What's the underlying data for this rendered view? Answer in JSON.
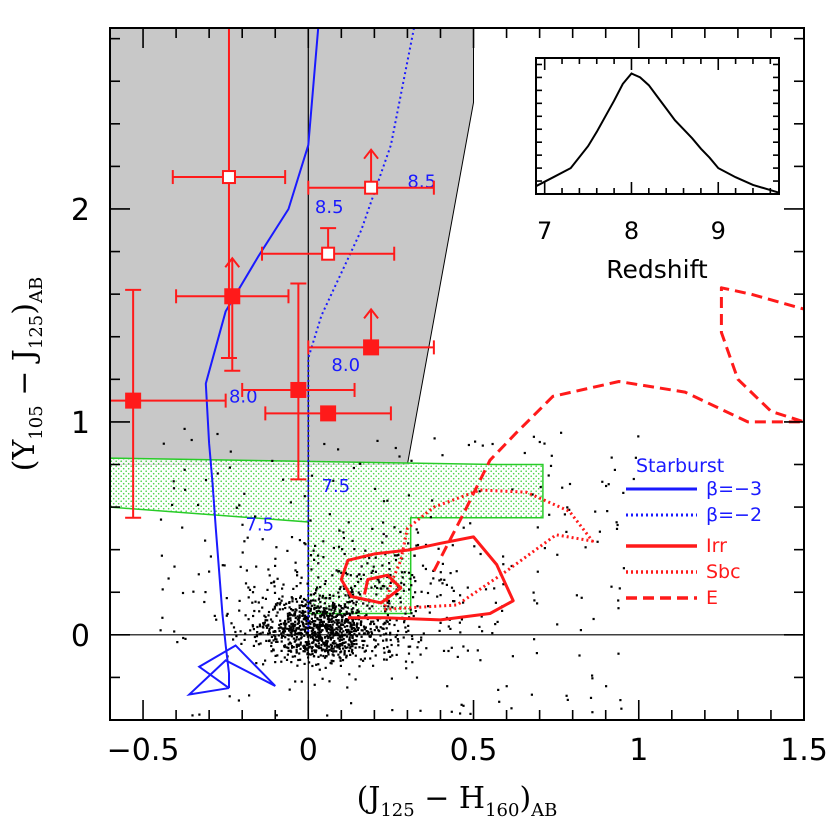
{
  "chart_data": {
    "type": "scatter",
    "xlabel": "(J125 − H160)AB",
    "ylabel": "(Y105 − J125)AB",
    "xlim": [
      -0.6,
      1.5
    ],
    "ylim": [
      -0.4,
      2.85
    ],
    "x_ticks": [
      "−0.5",
      "0",
      "0.5",
      "1",
      "1.5"
    ],
    "x_tick_values": [
      -0.5,
      0,
      0.5,
      1,
      1.5
    ],
    "y_ticks": [
      "0",
      "1",
      "2"
    ],
    "y_tick_values": [
      0,
      1,
      2
    ],
    "reference_lines": {
      "x": 0,
      "y": 0
    },
    "colors": {
      "starburst": "#1a1aff",
      "galaxies": "#ff1a1a",
      "selection_region": "#c8c8c8",
      "green_region": "#28cc28",
      "field_points": "#000000"
    },
    "selection_region": [
      [
        -0.6,
        0.8
      ],
      [
        0.3,
        0.8
      ],
      [
        0.5,
        2.5
      ],
      [
        0.5,
        2.85
      ],
      [
        -0.6,
        2.85
      ]
    ],
    "green_region": [
      [
        -0.6,
        0.83
      ],
      [
        0.57,
        0.8
      ],
      [
        0.71,
        0.8
      ],
      [
        0.71,
        0.55
      ],
      [
        0.31,
        0.55
      ],
      [
        0.31,
        0.1
      ],
      [
        0.0,
        0.1
      ],
      [
        0.0,
        0.53
      ],
      [
        -0.6,
        0.6
      ]
    ],
    "candidates_filled": [
      {
        "x": -0.53,
        "y": 1.1,
        "xerr": 0.28,
        "yerr_lo": 0.55,
        "yerr_hi": 0.52,
        "lower_limit": false
      },
      {
        "x": -0.23,
        "y": 1.59,
        "xerr": 0.17,
        "yerr_lo": 0.35,
        "yerr_hi": 0.0,
        "lower_limit": true
      },
      {
        "x": -0.03,
        "y": 1.15,
        "xerr": 0.17,
        "yerr_lo": 0.42,
        "yerr_hi": 0.5,
        "lower_limit": false
      },
      {
        "x": 0.06,
        "y": 1.04,
        "xerr": 0.19,
        "yerr_lo": 0.0,
        "yerr_hi": 0.0,
        "lower_limit": false
      },
      {
        "x": 0.19,
        "y": 1.35,
        "xerr": 0.19,
        "yerr_lo": 0.0,
        "yerr_hi": 0.0,
        "lower_limit": true
      }
    ],
    "candidates_open": [
      {
        "x": -0.24,
        "y": 2.15,
        "xerr": 0.17,
        "yerr_lo": 0.85,
        "yerr_hi": 0.75,
        "lower_limit": false
      },
      {
        "x": 0.06,
        "y": 1.79,
        "xerr": 0.2,
        "yerr_lo": 0.0,
        "yerr_hi": 0.12,
        "lower_limit": false
      },
      {
        "x": 0.19,
        "y": 2.1,
        "xerr": 0.19,
        "yerr_lo": 0.0,
        "yerr_hi": 0.0,
        "lower_limit": true
      }
    ],
    "tracks": [
      {
        "name": "Starburst β=−3",
        "color": "#1a1aff",
        "style": "solid",
        "points": [
          [
            0.03,
            2.85
          ],
          [
            0.0,
            2.3
          ],
          [
            -0.06,
            2.0
          ],
          [
            -0.15,
            1.78
          ],
          [
            -0.25,
            1.52
          ],
          [
            -0.31,
            1.18
          ],
          [
            -0.3,
            0.9
          ],
          [
            -0.29,
            0.72
          ],
          [
            -0.28,
            0.5
          ],
          [
            -0.27,
            0.3
          ],
          [
            -0.26,
            0.1
          ],
          [
            -0.25,
            -0.05
          ],
          [
            -0.24,
            -0.18
          ],
          [
            -0.24,
            -0.25
          ]
        ]
      },
      {
        "name": "Starburst β=−2",
        "color": "#1a1aff",
        "style": "dotted",
        "points": [
          [
            0.32,
            2.85
          ],
          [
            0.25,
            2.3
          ],
          [
            0.16,
            1.9
          ],
          [
            0.04,
            1.5
          ],
          [
            0.0,
            1.3
          ],
          [
            0.0,
            0.8
          ],
          [
            0.0,
            0.6
          ],
          [
            0.0,
            0.3
          ],
          [
            0.0,
            0.0
          ]
        ]
      },
      {
        "name": "Irr",
        "color": "#ff1a1a",
        "style": "solid",
        "points": [
          [
            0.12,
            0.08
          ],
          [
            0.23,
            0.08
          ],
          [
            0.4,
            0.07
          ],
          [
            0.55,
            0.1
          ],
          [
            0.62,
            0.16
          ],
          [
            0.57,
            0.33
          ],
          [
            0.5,
            0.46
          ],
          [
            0.4,
            0.43
          ],
          [
            0.31,
            0.4
          ],
          [
            0.2,
            0.38
          ],
          [
            0.12,
            0.35
          ],
          [
            0.1,
            0.26
          ],
          [
            0.13,
            0.18
          ],
          [
            0.22,
            0.15
          ],
          [
            0.28,
            0.22
          ],
          [
            0.24,
            0.28
          ],
          [
            0.18,
            0.26
          ],
          [
            0.17,
            0.19
          ]
        ]
      },
      {
        "name": "Sbc",
        "color": "#ff1a1a",
        "style": "dotted",
        "points": [
          [
            0.23,
            0.12
          ],
          [
            0.45,
            0.14
          ],
          [
            0.6,
            0.3
          ],
          [
            0.75,
            0.47
          ],
          [
            0.86,
            0.44
          ],
          [
            0.79,
            0.58
          ],
          [
            0.66,
            0.67
          ],
          [
            0.52,
            0.68
          ],
          [
            0.38,
            0.6
          ],
          [
            0.3,
            0.5
          ],
          [
            0.28,
            0.35
          ],
          [
            0.25,
            0.24
          ],
          [
            0.23,
            0.12
          ]
        ]
      },
      {
        "name": "E",
        "color": "#ff1a1a",
        "style": "dashed",
        "points": [
          [
            0.38,
            0.3
          ],
          [
            0.47,
            0.57
          ],
          [
            0.55,
            0.82
          ],
          [
            0.63,
            0.95
          ],
          [
            0.74,
            1.12
          ],
          [
            0.94,
            1.19
          ],
          [
            1.14,
            1.14
          ],
          [
            1.33,
            1.0
          ],
          [
            1.5,
            1.0
          ],
          [
            1.4,
            1.05
          ],
          [
            1.3,
            1.2
          ],
          [
            1.25,
            1.42
          ],
          [
            1.25,
            1.63
          ],
          [
            1.34,
            1.6
          ],
          [
            1.5,
            1.53
          ]
        ]
      }
    ],
    "redshift_labels": [
      {
        "text": "8.5",
        "x": 0.02,
        "y": 1.98
      },
      {
        "text": "8.5",
        "x": 0.3,
        "y": 2.1
      },
      {
        "text": "8.0",
        "x": -0.24,
        "y": 1.09
      },
      {
        "text": "8.0",
        "x": 0.07,
        "y": 1.24
      },
      {
        "text": "7.5",
        "x": 0.04,
        "y": 0.67
      },
      {
        "text": "7.5",
        "x": -0.19,
        "y": 0.49
      }
    ],
    "legend": {
      "placement": "right",
      "title": "Starburst",
      "entries": [
        {
          "label": "β=−3",
          "color": "#1a1aff",
          "style": "solid"
        },
        {
          "label": "β=−2",
          "color": "#1a1aff",
          "style": "dotted"
        },
        {
          "label": "Irr",
          "color": "#ff1a1a",
          "style": "solid"
        },
        {
          "label": "Sbc",
          "color": "#ff1a1a",
          "style": "dotted"
        },
        {
          "label": "E",
          "color": "#ff1a1a",
          "style": "dashed"
        }
      ]
    },
    "inset": {
      "type": "line",
      "placement": "top-right",
      "xlabel": "Redshift",
      "xlim": [
        6.9,
        9.7
      ],
      "ylim": [
        0,
        1.05
      ],
      "x_ticks": [
        "7",
        "8",
        "9"
      ],
      "x_tick_values": [
        7,
        8,
        9
      ],
      "x": [
        6.9,
        7.1,
        7.3,
        7.5,
        7.6,
        7.7,
        7.8,
        7.9,
        8.0,
        8.1,
        8.2,
        8.3,
        8.4,
        8.5,
        8.6,
        8.7,
        8.8,
        8.9,
        9.0,
        9.2,
        9.4,
        9.6,
        9.7
      ],
      "y": [
        0.06,
        0.13,
        0.2,
        0.37,
        0.48,
        0.6,
        0.72,
        0.85,
        0.93,
        0.9,
        0.84,
        0.75,
        0.66,
        0.57,
        0.5,
        0.43,
        0.35,
        0.28,
        0.2,
        0.13,
        0.07,
        0.03,
        0.01
      ]
    }
  }
}
